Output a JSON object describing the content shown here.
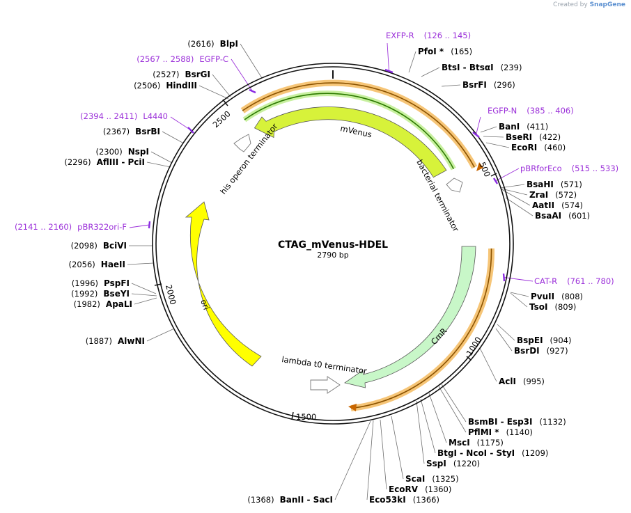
{
  "header": {
    "credit_prefix": "Created by",
    "credit_brand": "SnapGene"
  },
  "plasmid": {
    "name": "CTAG_mVenus-HDEL",
    "length_label": "2790 bp",
    "length": 2790
  },
  "ticks": [
    "500",
    "1000",
    "1500",
    "2000",
    "2500"
  ],
  "features": [
    {
      "name": "mVenus",
      "kind": "cds",
      "color": "#d7f23a"
    },
    {
      "name": "bacterial terminator",
      "kind": "terminator",
      "color": "#ffffff"
    },
    {
      "name": "his operon terminator",
      "kind": "terminator",
      "color": "#ffffff"
    },
    {
      "name": "CmR",
      "kind": "cds",
      "color": "#c8f7c8"
    },
    {
      "name": "lambda t0 terminator",
      "kind": "terminator",
      "color": "#ffffff"
    },
    {
      "name": "ori",
      "kind": "rep_origin",
      "color": "#ffff00"
    }
  ],
  "primers": [
    {
      "name": "EXFP-R",
      "range": "(126 .. 145)"
    },
    {
      "name": "EGFP-N",
      "range": "(385 .. 406)"
    },
    {
      "name": "pBRforEco",
      "range": "(515 .. 533)"
    },
    {
      "name": "CAT-R",
      "range": "(761 .. 780)"
    },
    {
      "name": "pBR322ori-F",
      "range": "(2141 .. 2160)"
    },
    {
      "name": "L4440",
      "range": "(2394 .. 2411)"
    },
    {
      "name": "EGFP-C",
      "range": "(2567 .. 2588)"
    }
  ],
  "sites": [
    {
      "name": "PfoI *",
      "pos": "(165)"
    },
    {
      "name": "BtsI - BtsαI",
      "pos": "(239)"
    },
    {
      "name": "BsrFI",
      "pos": "(296)"
    },
    {
      "name": "BanI",
      "pos": "(411)"
    },
    {
      "name": "BseRI",
      "pos": "(422)"
    },
    {
      "name": "EcoRI",
      "pos": "(460)"
    },
    {
      "name": "BsaHI",
      "pos": "(571)"
    },
    {
      "name": "ZraI",
      "pos": "(572)"
    },
    {
      "name": "AatII",
      "pos": "(574)"
    },
    {
      "name": "BsaAI",
      "pos": "(601)"
    },
    {
      "name": "PvuII",
      "pos": "(808)"
    },
    {
      "name": "TsoI",
      "pos": "(809)"
    },
    {
      "name": "BspEI",
      "pos": "(904)"
    },
    {
      "name": "BsrDI",
      "pos": "(927)"
    },
    {
      "name": "AclI",
      "pos": "(995)"
    },
    {
      "name": "BsmBI - Esp3I",
      "pos": "(1132)"
    },
    {
      "name": "PflMI *",
      "pos": "(1140)"
    },
    {
      "name": "MscI",
      "pos": "(1175)"
    },
    {
      "name": "BtgI - NcoI - StyI",
      "pos": "(1209)"
    },
    {
      "name": "SspI",
      "pos": "(1220)"
    },
    {
      "name": "ScaI",
      "pos": "(1325)"
    },
    {
      "name": "EcoRV",
      "pos": "(1360)"
    },
    {
      "name": "Eco53kI",
      "pos": "(1366)"
    },
    {
      "name": "BanII - SacI",
      "pos": "(1368)"
    },
    {
      "name": "AlwNI",
      "pos": "(1887)"
    },
    {
      "name": "ApaLI",
      "pos": "(1982)"
    },
    {
      "name": "BseYI",
      "pos": "(1992)"
    },
    {
      "name": "PspFI",
      "pos": "(1996)"
    },
    {
      "name": "HaeII",
      "pos": "(2056)"
    },
    {
      "name": "BciVI",
      "pos": "(2098)"
    },
    {
      "name": "AflIII - PciI",
      "pos": "(2296)"
    },
    {
      "name": "NspI",
      "pos": "(2300)"
    },
    {
      "name": "BsrBI",
      "pos": "(2367)"
    },
    {
      "name": "HindIII",
      "pos": "(2506)"
    },
    {
      "name": "BsrGI",
      "pos": "(2527)"
    },
    {
      "name": "BlpI",
      "pos": "(2616)"
    }
  ]
}
